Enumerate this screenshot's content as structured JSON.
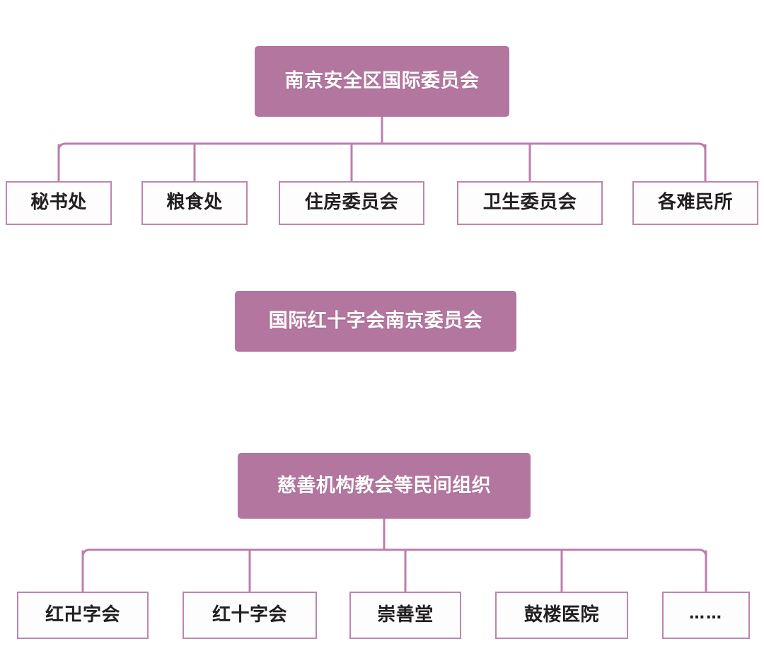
{
  "diagram": {
    "title": "Nanjing Safety Zone organization chart",
    "colors": {
      "node_fill": "#b3769f",
      "node_text": "#ffffff",
      "leaf_fill": "#fdfdfd",
      "leaf_border": "#bc87ab",
      "leaf_text": "#221f1f",
      "connector": "#bc7fab",
      "background": "#ffffff"
    },
    "groups": [
      {
        "id": "committee",
        "root": {
          "label": "南京安全区国际委员会"
        },
        "children": [
          {
            "label": "秘书处"
          },
          {
            "label": "粮食处"
          },
          {
            "label": "住房委员会"
          },
          {
            "label": "卫生委员会"
          },
          {
            "label": "各难民所"
          }
        ]
      },
      {
        "id": "red-cross-nanjing",
        "root": {
          "label": "国际红十字会南京委员会"
        },
        "children": []
      },
      {
        "id": "charity",
        "root": {
          "label": "慈善机构教会等民间组织"
        },
        "children": [
          {
            "label": "红卍字会"
          },
          {
            "label": "红十字会"
          },
          {
            "label": "崇善堂"
          },
          {
            "label": "鼓楼医院"
          },
          {
            "label": "……"
          }
        ]
      }
    ]
  }
}
